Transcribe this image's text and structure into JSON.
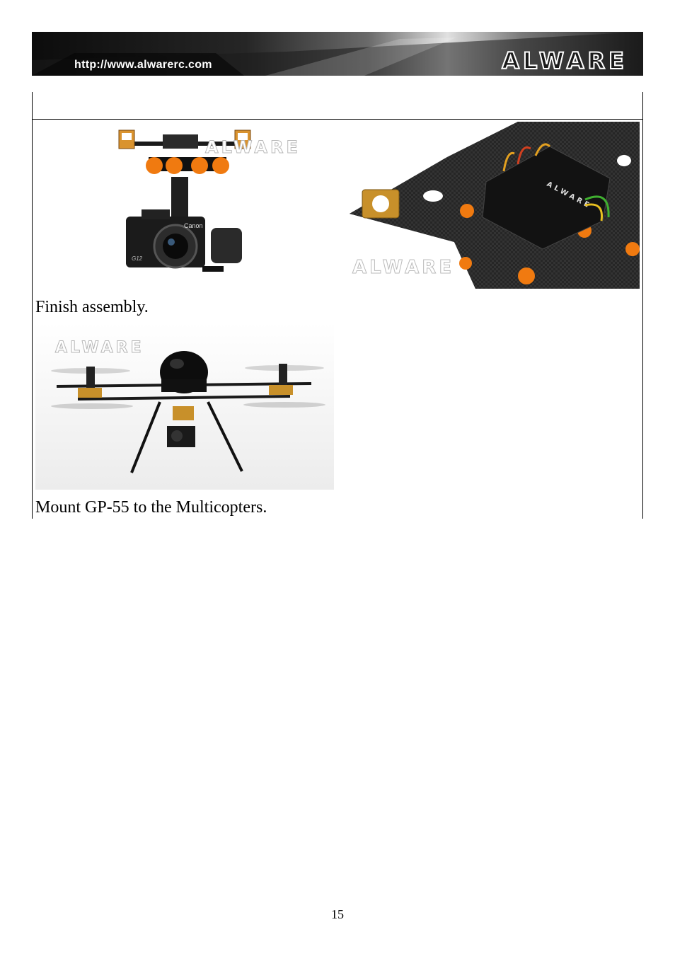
{
  "header": {
    "url": "http://www.alwarerc.com",
    "brand": "ALWARE"
  },
  "images": {
    "gimbal_camera": {
      "watermark": "ALWARE",
      "camera_brand": "Canon",
      "camera_model": "G12"
    },
    "frame_controller": {
      "watermark": "ALWARE",
      "board_label": "ALWARE"
    },
    "multicopter": {
      "watermark": "ALWARE"
    }
  },
  "captions": {
    "finish": "Finish assembly.",
    "mount": "Mount GP-55 to the Multicopters."
  },
  "footer": {
    "page_number": "15"
  },
  "colors": {
    "accent_orange": "#f07a10",
    "gold": "#c8902a",
    "banner_dark": "#111111"
  }
}
